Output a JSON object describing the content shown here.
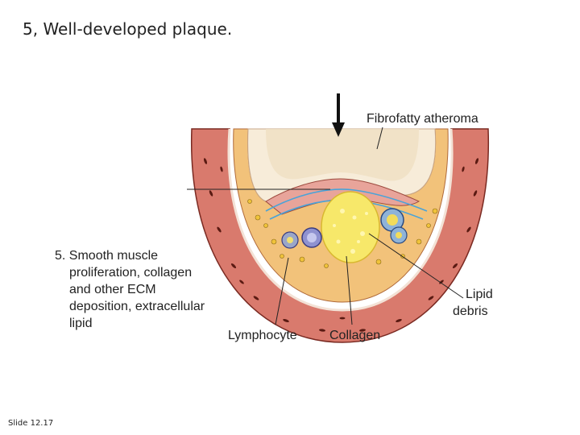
{
  "slide": {
    "title": "5, Well-developed plaque.",
    "footer": "Slide 12.17"
  },
  "diagram": {
    "labels": {
      "fibrofatty": "Fibrofatty atheroma",
      "step_lines": [
        "5. Smooth muscle",
        "proliferation, collagen",
        "and other ECM",
        "deposition, extracellular",
        "lipid"
      ],
      "lymphocyte": "Lymphocyte",
      "collagen": "Collagen",
      "lipid_debris_lines": [
        "Lipid",
        "debris"
      ]
    }
  }
}
